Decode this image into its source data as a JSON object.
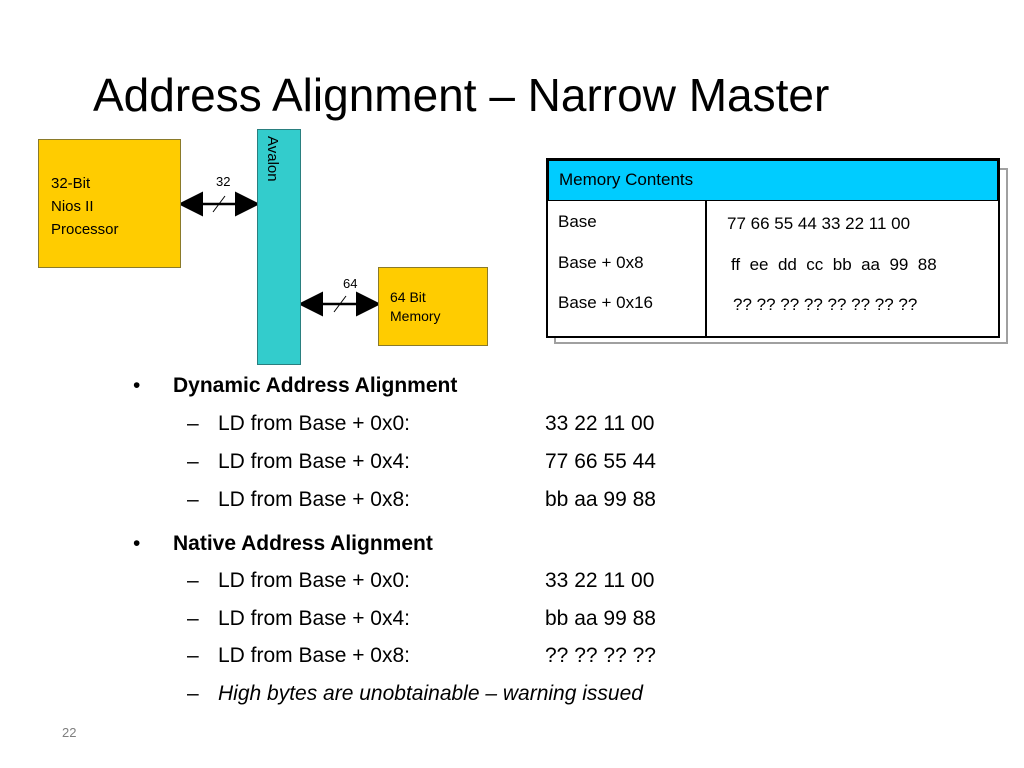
{
  "title": "Address Alignment – Narrow Master",
  "diagram": {
    "processor_label": "32-Bit\nNios II\nProcessor",
    "avalon_label": "Avalon",
    "memory_label": "64 Bit\nMemory",
    "bus1_width": "32",
    "bus2_width": "64",
    "colors": {
      "module": "#FFCC00",
      "bus": "#33CCCC",
      "table_header": "#00CCFF"
    }
  },
  "memory_table": {
    "header": "Memory Contents",
    "rows": [
      {
        "label": "Base",
        "value": "77 66 55 44 33 22 11 00"
      },
      {
        "label": "Base + 0x8",
        "value": "ff  ee  dd  cc  bb  aa  99  88"
      },
      {
        "label": "Base + 0x16",
        "value": "?? ?? ?? ?? ?? ?? ?? ??"
      }
    ]
  },
  "sections": [
    {
      "heading": "Dynamic Address Alignment",
      "items": [
        {
          "label": "LD from Base + 0x0:",
          "value": "33 22 11 00"
        },
        {
          "label": "LD from Base + 0x4:",
          "value": "77 66 55 44"
        },
        {
          "label": "LD from Base + 0x8:",
          "value": "bb aa 99 88"
        }
      ]
    },
    {
      "heading": "Native Address Alignment",
      "items": [
        {
          "label": "LD from Base + 0x0:",
          "value": "33 22 11 00"
        },
        {
          "label": "LD from Base + 0x4:",
          "value": "bb aa 99 88"
        },
        {
          "label": "LD from Base + 0x8:",
          "value": "?? ?? ?? ??"
        }
      ],
      "note": "High bytes are unobtainable – warning issued"
    }
  ],
  "page_number": "22"
}
